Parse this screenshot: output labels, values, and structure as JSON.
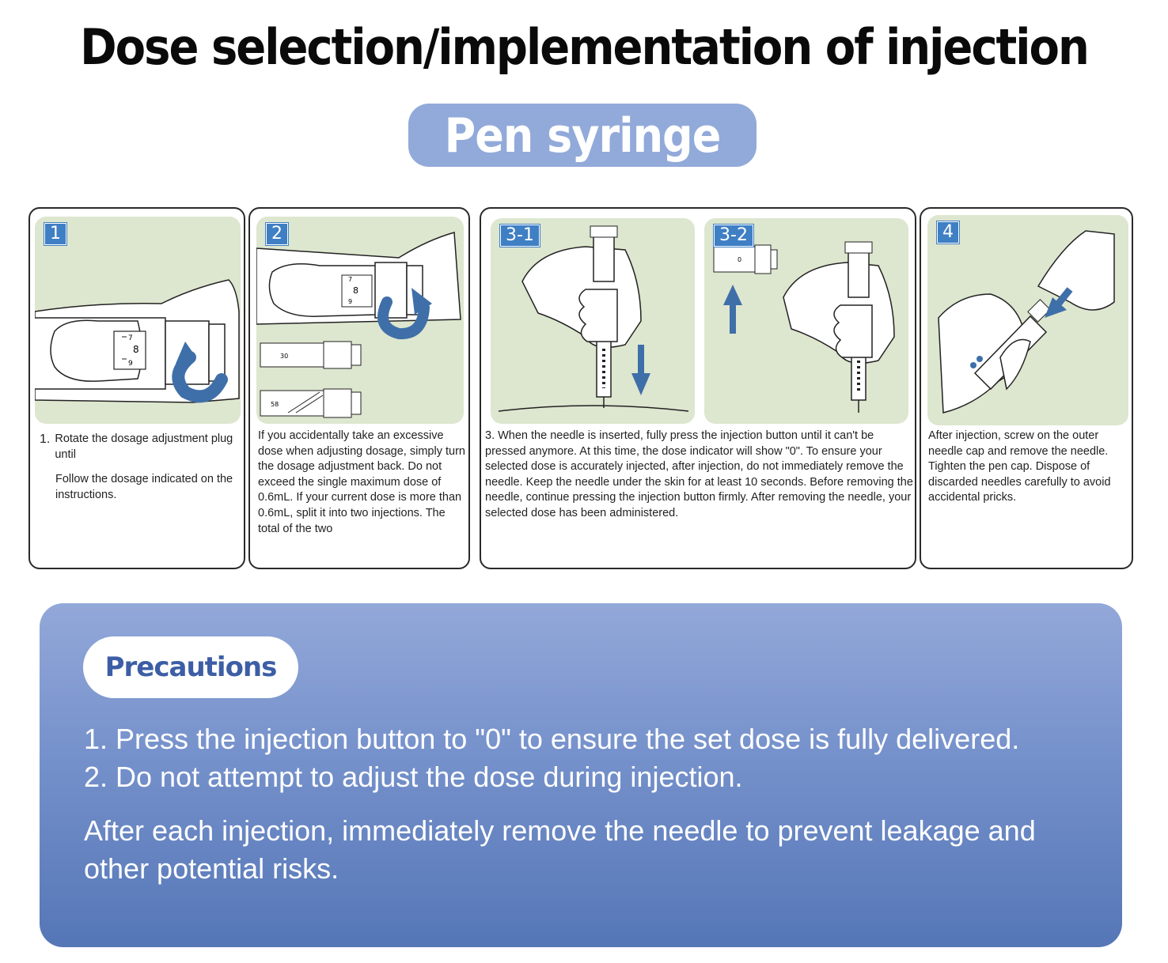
{
  "header": {
    "title": "Dose selection/implementation of injection",
    "subtitle": "Pen syringe"
  },
  "colors": {
    "panel_bg": "#dde6cf",
    "badge": "#3f7fc4",
    "arrow": "#3f6fa8",
    "subtitle_pill": "#92aad9",
    "precautions_gradient_top": "#93a8d9",
    "precautions_gradient_bottom": "#5576b6"
  },
  "steps": [
    {
      "badge": "1",
      "number": "1.",
      "line1": "Rotate the dosage adjustment plug until",
      "line2": "Follow the dosage indicated on the instructions.",
      "icons": [
        "pen-dial-icon",
        "rotate-arrow-icon"
      ]
    },
    {
      "badge": "2",
      "text": "If you accidentally take an excessive dose when adjusting dosage, simply turn the dosage adjustment back. Do not exceed the single maximum dose of 0.6mL. If your current dose is more than 0.6mL, split it into two injections. The total of the two",
      "icons": [
        "pen-dial-icon",
        "rotate-arrow-icon"
      ]
    },
    {
      "badges": [
        "3-1",
        "3-2"
      ],
      "text": "3. When the needle is inserted, fully press the injection button until it can't be pressed anymore. At this time, the dose indicator will show \"0\". To ensure your selected dose is accurately injected, after injection, do not immediately remove the needle. Keep the needle under the skin for at least 10 seconds. Before removing the needle, continue pressing the injection button firmly. After removing the needle, your selected dose has been administered.",
      "icons": [
        "hand-pen-icon",
        "down-arrow-icon",
        "up-arrow-icon"
      ]
    },
    {
      "badge": "4",
      "text": "After injection, screw on the outer needle cap and remove the needle. Tighten the pen cap. Dispose of discarded needles carefully to avoid accidental pricks.",
      "icons": [
        "needle-cap-icon",
        "down-left-arrow-icon"
      ]
    }
  ],
  "dial_labels": [
    "7",
    "8",
    "9",
    "30",
    "58",
    "0"
  ],
  "precautions": {
    "label": "Precautions",
    "item1": "1. Press the injection button to \"0\" to ensure the set dose is fully delivered.",
    "item2": "2. Do not attempt to adjust the dose during injection.",
    "note": "After each injection, immediately remove the needle to prevent leakage and other potential risks."
  }
}
